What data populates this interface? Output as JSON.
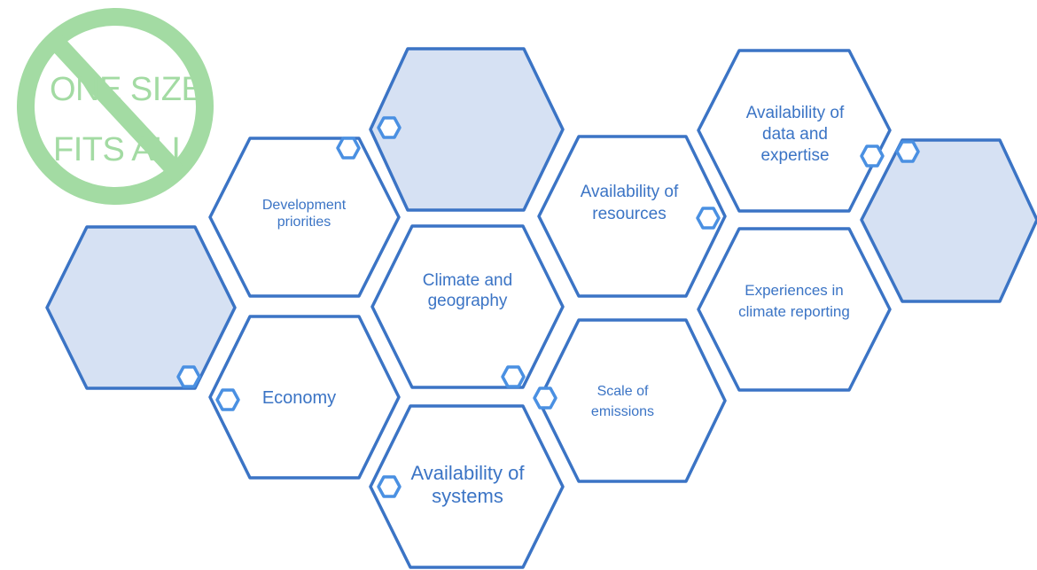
{
  "sign": {
    "line1": "ONE SIZE",
    "line2": "FITS ALL"
  },
  "hexagons": {
    "development_priorities": "Development priorities",
    "climate_and_geography": "Climate and geography",
    "economy": "Economy",
    "availability_of_systems": "Availability of systems",
    "availability_of_resources": "Availability of resources",
    "scale_of_emissions": "Scale of emissions",
    "availability_of_data_and_expertise": "Availability of data and expertise",
    "experiences_in_climate_reporting": "Experiences in climate reporting"
  },
  "colors": {
    "hex_stroke": "#3b74c5",
    "hex_fill_highlight": "#d6e1f3",
    "small_hex_stroke": "#4a90e2",
    "text": "#3b74c5",
    "sign_green": "#a3dba3"
  }
}
